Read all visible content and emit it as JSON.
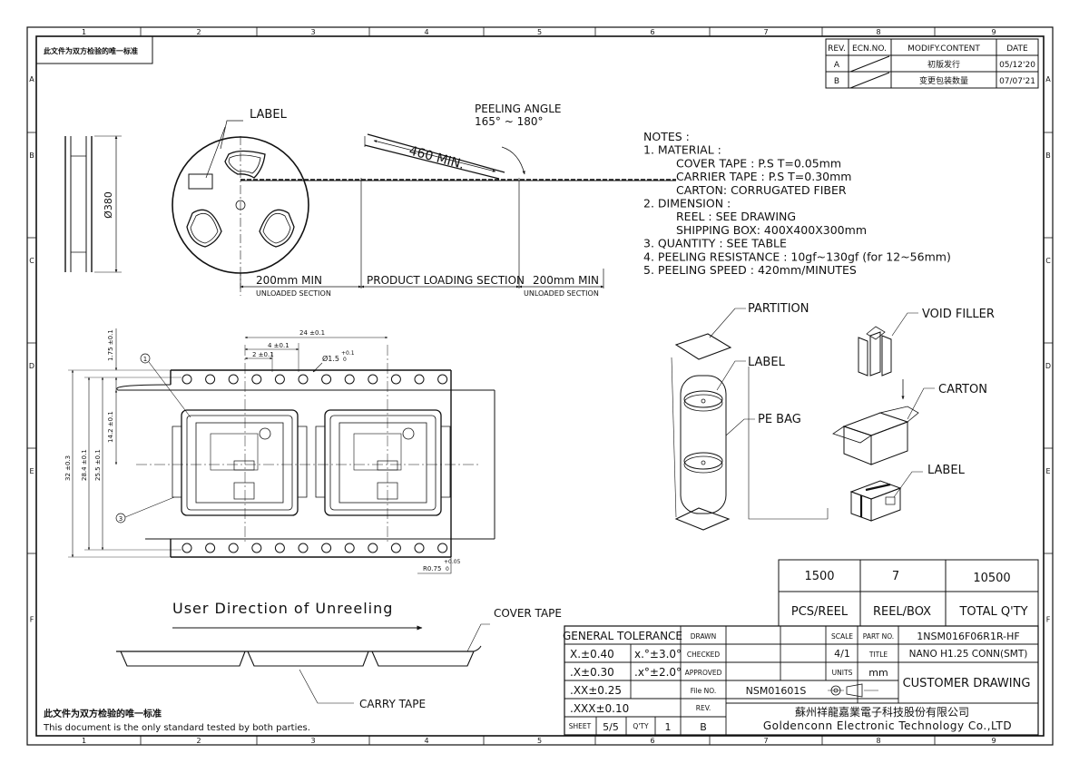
{
  "border": {
    "cols": [
      "1",
      "2",
      "3",
      "4",
      "5",
      "6",
      "7",
      "8",
      "9"
    ],
    "rows": [
      "A",
      "B",
      "C",
      "D",
      "E",
      "F"
    ]
  },
  "header_note": "此文件为双方检验的唯一标准",
  "revision_table": {
    "headers": {
      "rev": "REV.",
      "ecn": "ECN.NO.",
      "content": "MODIFY.CONTENT",
      "date": "DATE"
    },
    "rows": [
      {
        "rev": "A",
        "content": "初版发行",
        "date": "05/12'20"
      },
      {
        "rev": "B",
        "content": "变更包装数量",
        "date": "07/07'21"
      }
    ]
  },
  "reel": {
    "label": "LABEL",
    "diameter": "Ø380",
    "peeling_angle_title": "PEELING ANGLE",
    "peeling_angle_value": "165° ~ 180°",
    "min_length": "460 MIN.",
    "sec1": "200mm MIN",
    "sec2": "PRODUCT LOADING SECTION",
    "sec3": "200mm MIN",
    "unloaded1": "UNLOADED SECTION",
    "unloaded2": "UNLOADED SECTION"
  },
  "notes": [
    "NOTES :",
    "1. MATERIAL :",
    "COVER TAPE : P.S T=0.05mm",
    "CARRIER TAPE : P.S T=0.30mm",
    "CARTON: CORRUGATED FIBER",
    "2. DIMENSION :",
    "REEL : SEE DRAWING",
    "SHIPPING BOX: 400X400X300mm",
    "3. QUANTITY : SEE TABLE",
    "4. PEELING RESISTANCE : 10gf~130gf  (for 12~56mm)",
    "5. PEELING SPEED : 420mm/MINUTES"
  ],
  "tape_dims": {
    "pitch24": "24 ±0.1",
    "pitch4": "4 ±0.1",
    "pitch2": "2 ±0.1",
    "hole_d": "Ø1.5",
    "hole_tol_plus": "+0.1",
    "hole_tol_zero": "0",
    "d175": "1.75 ±0.1",
    "d142": "14.2 ±0.1",
    "d255": "25.5 ±0.1",
    "d284": "28.4 ±0.1",
    "d32": "32 ±0.3",
    "r075": "R0.75",
    "r_tol_plus": "+0.05",
    "r_tol_zero": "0",
    "balloon1": "1",
    "balloon3": "3"
  },
  "packing": {
    "partition": "PARTITION",
    "label1": "LABEL",
    "pe_bag": "PE BAG",
    "void_filler": "VOID FILLER",
    "carton": "CARTON",
    "label2": "LABEL"
  },
  "unreel": {
    "direction": "User Direction of Unreeling",
    "cover_tape": "COVER TAPE",
    "carry_tape": "CARRY TAPE"
  },
  "quantity_table": {
    "values": [
      "1500",
      "7",
      "10500"
    ],
    "labels": [
      "PCS/REEL",
      "REEL/BOX",
      "TOTAL Q'TY"
    ]
  },
  "title_block": {
    "general_tolerance": "GENERAL TOLERANCE",
    "tol_rows": [
      {
        "left": "X.±0.40",
        "right": "x.°±3.0°"
      },
      {
        "left": ".X±0.30",
        "right": ".x°±2.0°"
      },
      {
        "left": ".XX±0.25",
        "right": ""
      },
      {
        "left": ".XXX±0.10",
        "right": ""
      }
    ],
    "drawn": "DRAWN",
    "checked": "CHECKED",
    "approved": "APPROVED",
    "file_no_label": "File NO.",
    "file_no": "NSM01601S",
    "rev_label": "REV.",
    "scale_label": "SCALE",
    "scale": "4/1",
    "units_label": "UNITS",
    "units": "mm",
    "part_no_label": "PART NO.",
    "part_no": "1NSM016F06R1R-HF",
    "title_label": "TITLE",
    "title": "NANO H1.25 CONN(SMT)",
    "drawing_type": "CUSTOMER DRAWING",
    "sheet_label": "SHEET",
    "sheet": "5/5",
    "qty_label": "Q'TY",
    "qty": "1",
    "rev": "B",
    "company_cn": "蘇州祥龍嘉業電子科技股份有限公司",
    "company_en": "Goldenconn Electronic Technology Co.,LTD"
  },
  "footer": {
    "cn": "此文件为双方检验的唯一标准",
    "en": "This document is the only standard tested by both parties."
  }
}
